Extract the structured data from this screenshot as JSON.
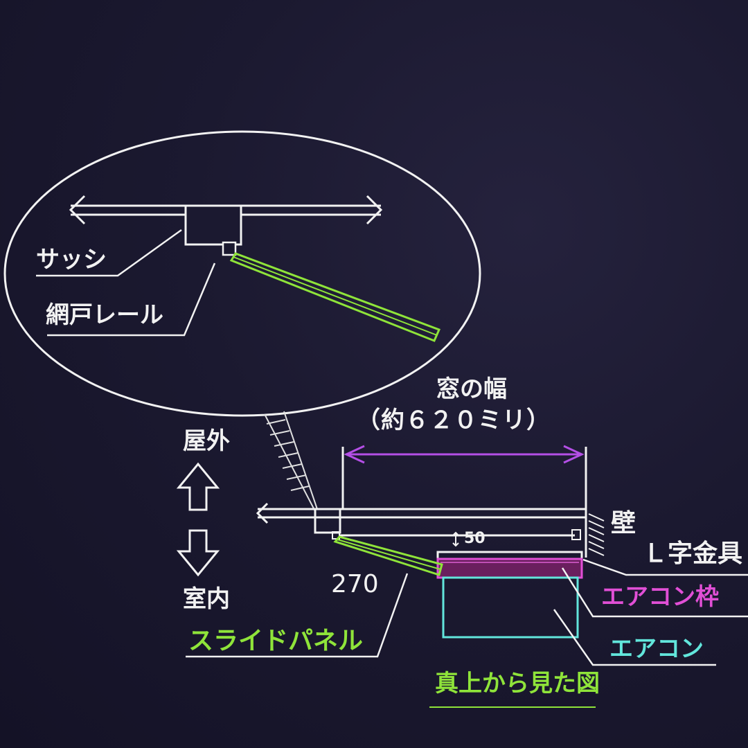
{
  "labels": {
    "sash": "サッシ",
    "screen_rail": "網戸レール",
    "window_width": "窓の幅",
    "approx_width": "（約６２０ミリ）",
    "outdoor": "屋外",
    "indoor": "室内",
    "wall": "壁",
    "l_bracket": "Ｌ字金具",
    "ac_frame": "エアコン枠",
    "air_conditioner": "エアコン",
    "slide_panel": "スライドパネル",
    "top_view": "真上から見た図",
    "dim_50": "50",
    "dim_270": "270"
  },
  "colors": {
    "background": "#1b1930",
    "line": "#f2f2f2",
    "panel": "#8fe43a",
    "frame": "#e14fd6",
    "aircon": "#62e6dc",
    "dimension": "#b44fe6"
  },
  "icons": [
    "arrow-up-icon",
    "arrow-down-icon",
    "hatch-icon"
  ]
}
